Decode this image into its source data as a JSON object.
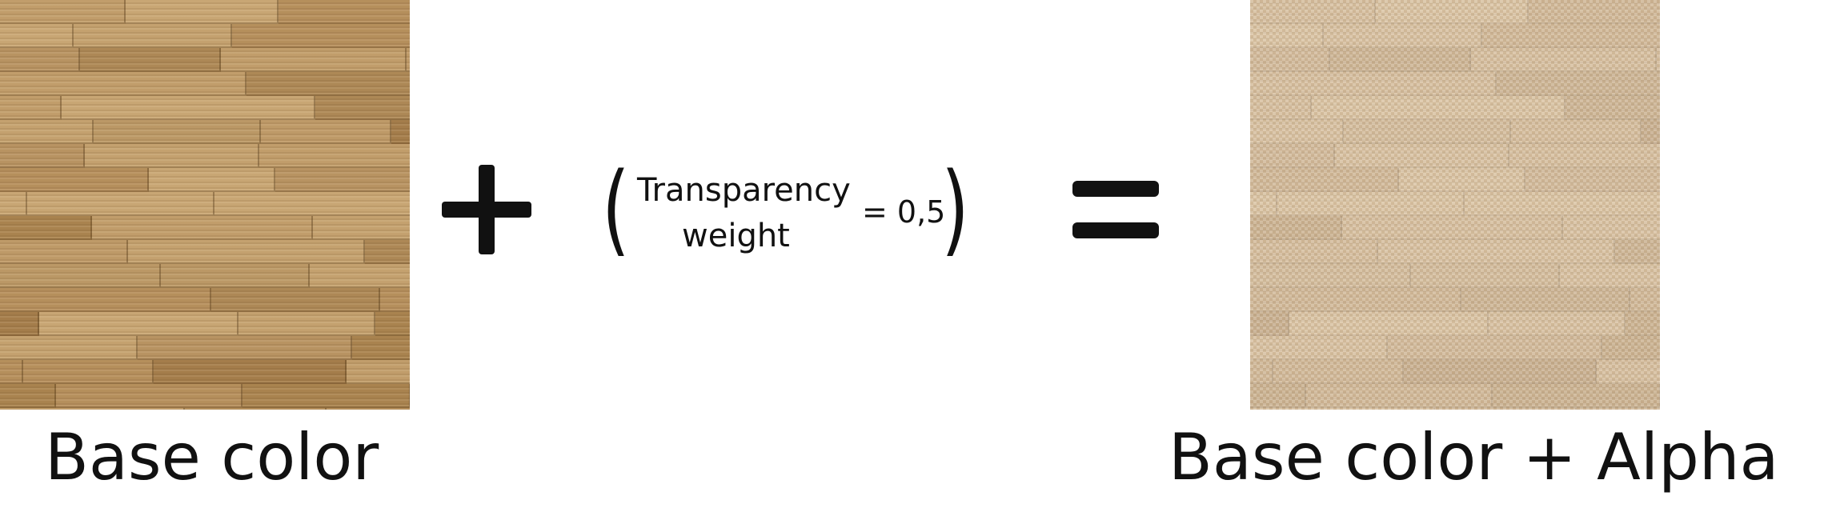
{
  "left_image": {
    "label": "Base color"
  },
  "operator_plus": {
    "icon": "plus-icon"
  },
  "parameter": {
    "open_paren": "(",
    "name_line1": "Transparency",
    "name_line2": "weight",
    "value_text": "= 0,5",
    "close_paren": ")",
    "value": 0.5
  },
  "operator_equals": {
    "icon": "equals-icon"
  },
  "right_image": {
    "label": "Base color + Alpha"
  },
  "colors": {
    "wood": "#b79462",
    "checker_light": "#efe6db",
    "checker_dark": "#d8c8b4",
    "text": "#111111"
  }
}
